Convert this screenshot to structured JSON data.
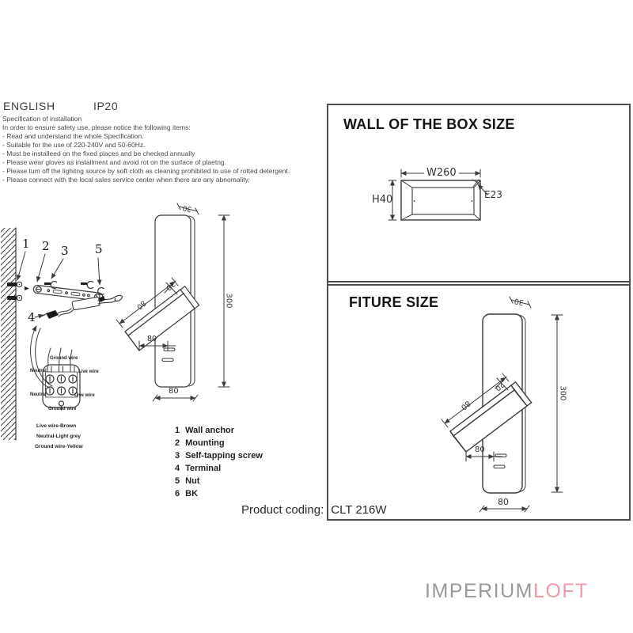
{
  "header": {
    "language": "ENGLISH",
    "ip_rating": "IP20"
  },
  "spec": {
    "title": "Specification of installation",
    "intro": "In order to ensure safety use, please notice the following items:",
    "items": [
      "- Read and understand the whole Specification.",
      "- Suitable for the use of 220-240V and 50-60Hz.",
      "- Must be installeed on the fixed places and be checked annually",
      "- Please wear gloves as installment and avoid rot on the surface of plaetng.",
      "- Please tum off the lighitng source by soft cloth as cleaning prohibited to use of rotted detergent.",
      "- Please connect with the local sales service center when there are any abnomality."
    ]
  },
  "box_panel": {
    "title": "WALL OF THE BOX SIZE",
    "width_label": "W260",
    "height_label": "H40",
    "depth_label": "E23"
  },
  "fixture_panel": {
    "title": "FITURE SIZE",
    "dims": {
      "side": "30",
      "height": "300",
      "thickness": "20",
      "head_length": "80",
      "head_width": "80",
      "base_width": "80"
    }
  },
  "installation_drawing": {
    "dims": {
      "side": "30",
      "height": "300",
      "thickness": "20",
      "head_length": "80",
      "head_width": "80",
      "base_width": "80"
    },
    "callouts": {
      "c1": "1",
      "c2": "2",
      "c3": "3",
      "c4": "4",
      "c5": "5"
    },
    "terminal": {
      "top": "Ground wire",
      "left_upper": "Neutral",
      "left_lower": "Neutral",
      "right_upper": "Live wire",
      "right_lower": "Live wire",
      "bottom": "Ground wire"
    },
    "wire_legend": [
      "Live wire-Brown",
      "Neutral-Light grey",
      "Ground wire-Yellow"
    ]
  },
  "parts_list": {
    "rows": [
      {
        "num": "1",
        "label": "Wall anchor"
      },
      {
        "num": "2",
        "label": "Mounting"
      },
      {
        "num": "3",
        "label": "Self-tapping screw"
      },
      {
        "num": "4",
        "label": "Terminal"
      },
      {
        "num": "5",
        "label": "Nut"
      },
      {
        "num": "6",
        "label": "BK"
      }
    ]
  },
  "product": {
    "label": "Product coding:",
    "code": "CLT 216W"
  },
  "logo": {
    "primary": "IMPERIUM",
    "accent": "LOFT"
  },
  "colors": {
    "line": "#3a3a3a",
    "logo_gray": "#9a989d",
    "logo_pink": "#ec9ba5"
  }
}
